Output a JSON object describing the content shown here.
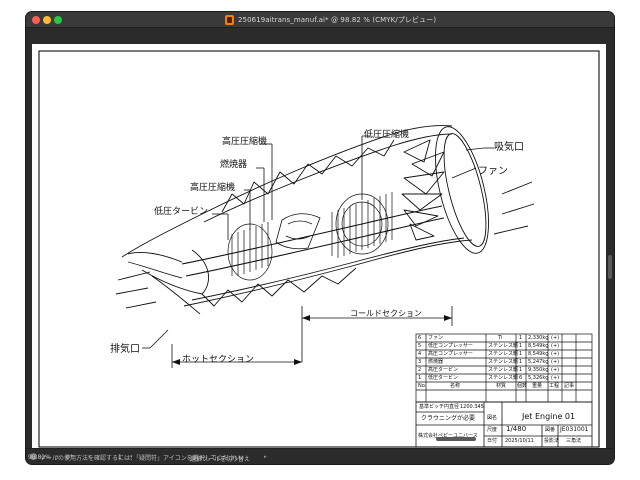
{
  "window": {
    "title": "250619aitrans_manuf.ai* @ 98.82 % (CMYK/プレビュー)"
  },
  "callouts": {
    "fan": "ファン",
    "intake": "吸気口",
    "lpc": "低圧圧縮機",
    "hpc_top": "高圧圧縮機",
    "combustor": "燃焼器",
    "hpc": "高圧圧縮機",
    "lpt": "低圧タービン",
    "exhaust": "排気口",
    "cold_section": "コールドセクション",
    "hot_section": "ホットセクション"
  },
  "parts_list": {
    "rows": [
      {
        "no": "6",
        "name": "ファン",
        "material": "Ti",
        "qty": "1",
        "mass": "2,330kg",
        "process": "(+)",
        "note": ""
      },
      {
        "no": "5",
        "name": "低圧コンプレッサー",
        "material": "ステンレス鋼",
        "qty": "1",
        "mass": "8,549kg",
        "process": "(+)",
        "note": ""
      },
      {
        "no": "4",
        "name": "高圧コンプレッサー",
        "material": "ステンレス鋼",
        "qty": "1",
        "mass": "8,549kg",
        "process": "(+)",
        "note": ""
      },
      {
        "no": "3",
        "name": "燃焼器",
        "material": "ステンレス鋼",
        "qty": "1",
        "mass": "5,247kg",
        "process": "(+)",
        "note": ""
      },
      {
        "no": "2",
        "name": "高圧タービン",
        "material": "ステンレス鋼",
        "qty": "1",
        "mass": "9,350kg",
        "process": "(+)",
        "note": ""
      },
      {
        "no": "1",
        "name": "低圧タービン",
        "material": "ステンレス鋼",
        "qty": "6",
        "mass": "5,326kg",
        "process": "(+)",
        "note": ""
      }
    ],
    "headers": {
      "no": "No.",
      "name": "名称",
      "material": "材質",
      "qty": "個数",
      "mass": "重量",
      "process": "工程",
      "note": "記事"
    }
  },
  "title_block": {
    "pitch_label": "基準ピッチ円直径",
    "pitch_value": "1200.345",
    "crowning": "クラウニングが必要",
    "name_label": "図名",
    "drawing_name": "Jet Engine 01",
    "company": "株式会社ペピーユニバース",
    "scale_label": "尺度",
    "scale_value": "1/480",
    "date_label": "日付",
    "date_value": "2025/10/11",
    "number_label": "図番",
    "number_value": "JE031001",
    "designer_label": "投影法",
    "designer_value": "三角法"
  },
  "status": {
    "hint": "ツールの使用方法を確認するには、「疑問符」アイコンを選択してください。",
    "zoom": "98.82%",
    "rotation": "0°",
    "page": "1",
    "tool": "選択ツールを切り替え"
  }
}
